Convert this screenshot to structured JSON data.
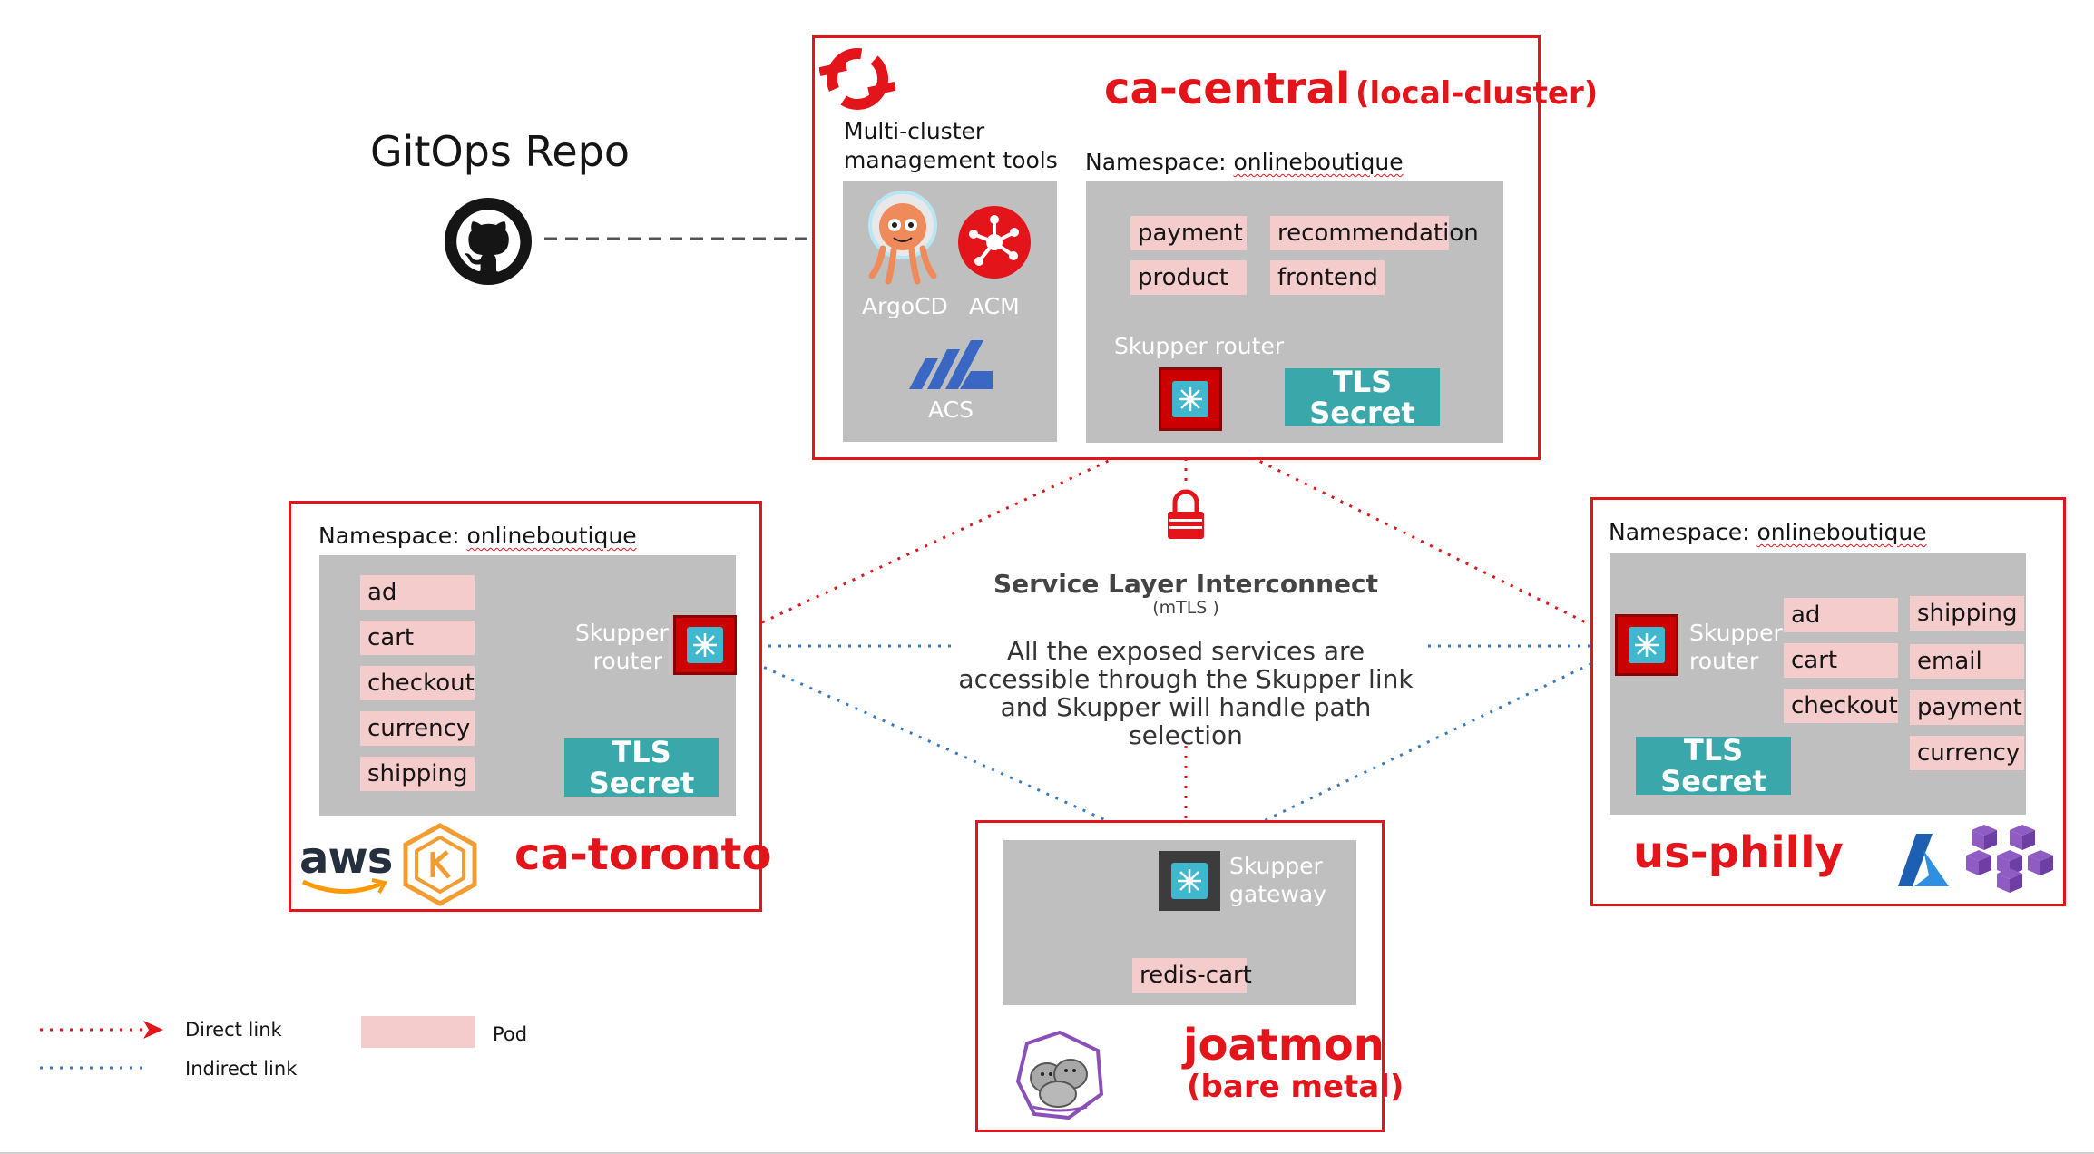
{
  "gitops": {
    "title": "GitOps Repo",
    "icon": "github-icon"
  },
  "colors": {
    "brand_red": "#e3141a",
    "pod_pink": "#f4cccc",
    "tls_teal": "#3aa8aa",
    "panel_gray": "#bfbfbf",
    "direct_link": "#e3141a",
    "indirect_link": "#3a7bbf"
  },
  "ca_central": {
    "name": "ca-central",
    "suffix": "(local-cluster)",
    "mgmt_title_1": "Multi-cluster",
    "mgmt_title_2": "management tools",
    "tools": [
      "ArgoCD",
      "ACM",
      "ACS"
    ],
    "namespace_label": "Namespace: ",
    "namespace_value": "onlineboutique",
    "pods": [
      "payment",
      "recommendation",
      "product",
      "frontend"
    ],
    "router_label": "Skupper router",
    "tls_1": "TLS",
    "tls_2": "Secret"
  },
  "ca_toronto": {
    "name": "ca-toronto",
    "namespace_label": "Namespace: ",
    "namespace_value": "onlineboutique",
    "pods": [
      "ad",
      "cart",
      "checkout",
      "currency",
      "shipping"
    ],
    "router_1": "Skupper",
    "router_2": "router",
    "tls_1": "TLS",
    "tls_2": "Secret",
    "aws_logo": "aws"
  },
  "us_philly": {
    "name": "us-philly",
    "namespace_label": "Namespace: ",
    "namespace_value": "onlineboutique",
    "pods_left": [
      "ad",
      "cart",
      "checkout"
    ],
    "pods_right": [
      "shipping",
      "email",
      "payment",
      "currency"
    ],
    "router_1": "Skupper",
    "router_2": "router",
    "tls_1": "TLS",
    "tls_2": "Secret"
  },
  "joatmon": {
    "name": "joatmon",
    "suffix": "(bare metal)",
    "gateway_1": "Skupper",
    "gateway_2": "gateway",
    "pod": "redis-cart"
  },
  "center": {
    "title": "Service Layer Interconnect",
    "subtitle": "(mTLS )",
    "desc_1": "All the exposed services are",
    "desc_2": "accessible through the Skupper link",
    "desc_3": "and Skupper will handle path",
    "desc_4": "selection",
    "lock_icon": "lock-icon"
  },
  "legend": {
    "direct": "Direct link",
    "indirect": "Indirect link",
    "pod": "Pod"
  }
}
